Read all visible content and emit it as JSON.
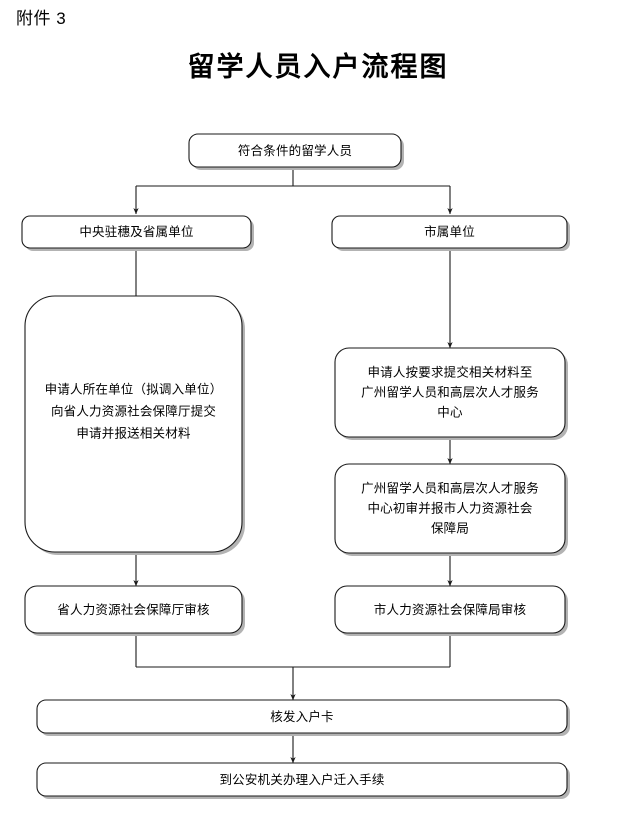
{
  "document": {
    "attachment_label": "附件 3",
    "title": "留学人员入户流程图"
  },
  "colors": {
    "background": "#ffffff",
    "stroke": "#1a1a1a",
    "shadow": "#9a9a9a",
    "text": "#000000"
  },
  "flowchart": {
    "type": "flowchart",
    "orientation": "top-down",
    "nodes": [
      {
        "id": "start",
        "label": "符合条件的留学人员",
        "lines": [
          "符合条件的留学人员"
        ],
        "shape": "rounded-rect"
      },
      {
        "id": "branch-left",
        "label": "中央驻穗及省属单位",
        "lines": [
          "中央驻穗及省属单位"
        ],
        "shape": "rounded-rect"
      },
      {
        "id": "branch-right",
        "label": "市属单位",
        "lines": [
          "市属单位"
        ],
        "shape": "rounded-rect"
      },
      {
        "id": "left-submit",
        "label": "申请人所在单位（拟调入单位）向省人力资源社会保障厅提交申请并报送相关材料",
        "lines": [
          "申请人所在单位（拟调入单位）",
          "向省人力资源社会保障厅提交",
          "申请并报送相关材料"
        ],
        "shape": "rounded-rect"
      },
      {
        "id": "right-submit",
        "label": "申请人按要求提交相关材料至广州留学人员和高层次人才服务中心",
        "lines": [
          "申请人按要求提交相关材料至",
          "广州留学人员和高层次人才服务",
          "中心"
        ],
        "shape": "rounded-rect"
      },
      {
        "id": "right-review-center",
        "label": "广州留学人员和高层次人才服务中心初审并报市人力资源社会保障局",
        "lines": [
          "广州留学人员和高层次人才服务",
          "中心初审并报市人力资源社会",
          "保障局"
        ],
        "shape": "rounded-rect"
      },
      {
        "id": "province-review",
        "label": "省人力资源社会保障厅审核",
        "lines": [
          "省人力资源社会保障厅审核"
        ],
        "shape": "rounded-rect"
      },
      {
        "id": "city-review",
        "label": "市人力资源社会保障局审核",
        "lines": [
          "市人力资源社会保障局审核"
        ],
        "shape": "rounded-rect"
      },
      {
        "id": "issue-card",
        "label": "核发入户卡",
        "lines": [
          "核发入户卡"
        ],
        "shape": "rounded-rect"
      },
      {
        "id": "police-transfer",
        "label": "到公安机关办理入户迁入手续",
        "lines": [
          "到公安机关办理入户迁入手续"
        ],
        "shape": "rounded-rect"
      }
    ],
    "edges": [
      {
        "from": "start",
        "to": "branch-left",
        "arrow": true
      },
      {
        "from": "start",
        "to": "branch-right",
        "arrow": true
      },
      {
        "from": "branch-left",
        "to": "left-submit",
        "arrow": false
      },
      {
        "from": "branch-right",
        "to": "right-submit",
        "arrow": true
      },
      {
        "from": "right-submit",
        "to": "right-review-center",
        "arrow": true
      },
      {
        "from": "left-submit",
        "to": "province-review",
        "arrow": true
      },
      {
        "from": "right-review-center",
        "to": "city-review",
        "arrow": true
      },
      {
        "from": "province-review",
        "to": "issue-card",
        "arrow": true
      },
      {
        "from": "city-review",
        "to": "issue-card",
        "arrow": true
      },
      {
        "from": "issue-card",
        "to": "police-transfer",
        "arrow": true
      }
    ]
  }
}
